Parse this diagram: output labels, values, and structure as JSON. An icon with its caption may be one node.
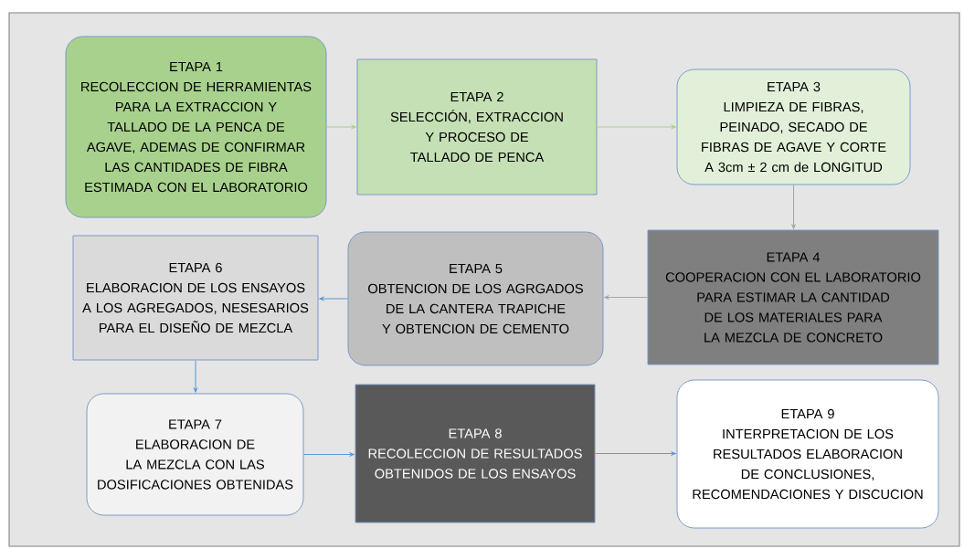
{
  "diagram": {
    "nodes": [
      {
        "text": [
          "ETAPA 1",
          "RECOLECCION DE HERRAMIENTAS PARA LA EXTRACCION Y TALLADO DE LA PENCA DE AGAVE, ADEMAS DE CONFIRMAR LAS CANTIDADES DE FIBRA ESTIMADA CON EL LABORATORIO"
        ]
      },
      {
        "text": [
          "ETAPA 2",
          "SELECCIÓN, EXTRACCION Y PROCESO DE TALLADO DE PENCA"
        ]
      },
      {
        "text": [
          "ETAPA 3",
          "LIMPIEZA DE FIBRAS, PEINADO, SECADO DE FIBRAS DE AGAVE  Y CORTE A 3cm ± 2 cm de LONGITUD"
        ]
      },
      {
        "text": [
          "ETAPA 4",
          "COOPERACION CON EL LABORATORIO PARA ESTIMAR LA CANTIDAD DE LOS MATERIALES PARA LA MEZCLA DE CONCRETO"
        ]
      },
      {
        "text": [
          "ETAPA 5",
          "OBTENCION DE LOS AGRGADOS DE LA CANTERA TRAPICHE Y OBTENCION DE CEMENTO"
        ]
      },
      {
        "text": [
          "ETAPA 6",
          "ELABORACION DE LOS ENSAYOS A LOS AGREGADOS, NESESARIOS PARA  EL DISEÑO DE MEZCLA"
        ]
      },
      {
        "text": [
          "ETAPA 7",
          "ELABORACION DE LA MEZCLA CON LAS DOSIFICACIONES OBTENIDAS"
        ]
      },
      {
        "text": [
          "ETAPA 8",
          "RECOLECCION DE RESULTADOS OBTENIDOS DE LOS ENSAYOS"
        ]
      },
      {
        "text": [
          "ETAPA 9",
          "INTERPRETACION DE LOS RESULTADOS ELABORACION DE CONCLUSIONES, RECOMENDACIONES Y DISCUCION"
        ]
      }
    ],
    "edges": [
      {
        "from": 0,
        "to": 1,
        "arrow": "to",
        "color": "#a9d18e"
      },
      {
        "from": 1,
        "to": 2,
        "arrow": "to",
        "color": "#a9d18e"
      },
      {
        "from": 2,
        "to": 3,
        "arrow": "to",
        "color": "#a6a6a6"
      },
      {
        "from": 3,
        "to": 4,
        "arrow": "to",
        "color": "#a6a6a6"
      },
      {
        "from": 4,
        "to": 5,
        "arrow": "to"
      },
      {
        "from": 5,
        "to": 6,
        "arrow": "to"
      },
      {
        "from": 6,
        "to": 7,
        "arrow": "to"
      },
      {
        "from": 7,
        "to": 8,
        "arrow": "to"
      }
    ]
  }
}
